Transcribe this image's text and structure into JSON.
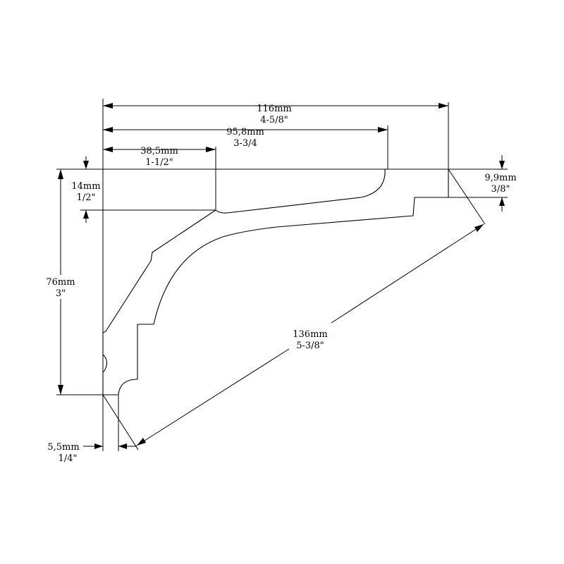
{
  "drawing": {
    "colors": {
      "line": "#000000",
      "background": "#ffffff"
    },
    "dimensions": {
      "overall_width": {
        "metric": "116mm",
        "imperial": "4-5/8\""
      },
      "face_width": {
        "metric": "95,8mm",
        "imperial": "3-3/4"
      },
      "top_flat_width": {
        "metric": "38,5mm",
        "imperial": "1-1/2\""
      },
      "top_drop": {
        "metric": "14mm",
        "imperial": "1/2\""
      },
      "right_step": {
        "metric": "9,9mm",
        "imperial": "3/8\""
      },
      "overall_height": {
        "metric": "76mm",
        "imperial": "3\""
      },
      "diagonal": {
        "metric": "136mm",
        "imperial": "5-3/8\""
      },
      "bottom_projection": {
        "metric": "5,5mm",
        "imperial": "1/4\""
      }
    }
  }
}
